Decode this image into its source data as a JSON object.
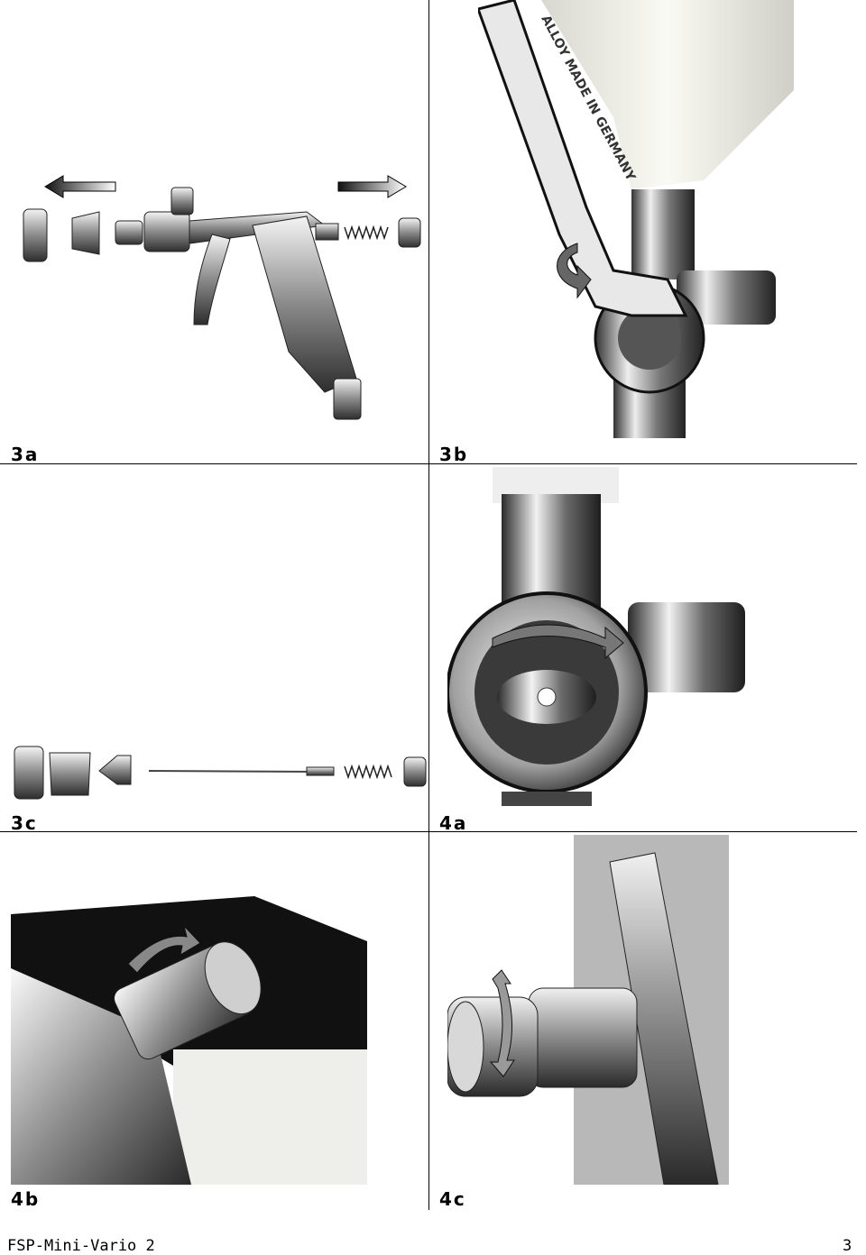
{
  "figures": [
    {
      "id": "3a",
      "label": "3a"
    },
    {
      "id": "3b",
      "label": "3b"
    },
    {
      "id": "3c",
      "label": "3c"
    },
    {
      "id": "4a",
      "label": "4a"
    },
    {
      "id": "4b",
      "label": "4b"
    },
    {
      "id": "4c",
      "label": "4c"
    }
  ],
  "footer": {
    "product": "FSP-Mini-Vario 2",
    "page_number": "3"
  },
  "wrench_text": "ALLOY MADE IN GERMANY"
}
